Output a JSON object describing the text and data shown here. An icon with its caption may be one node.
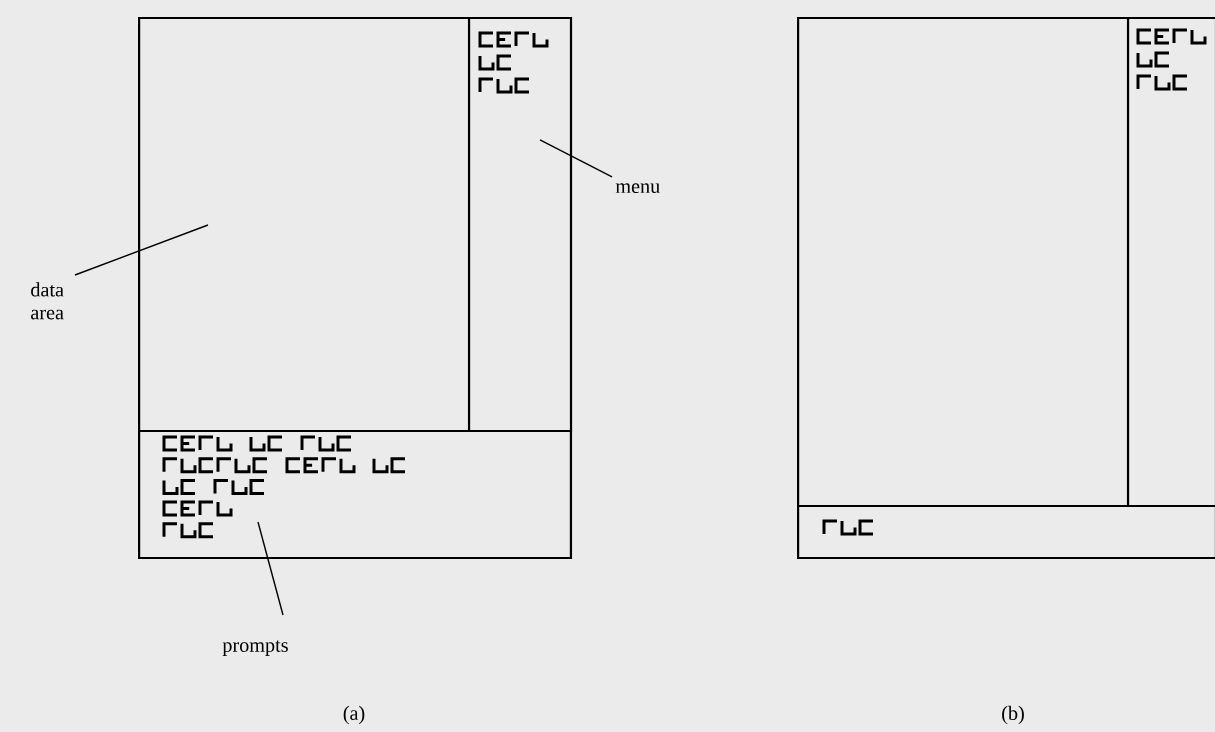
{
  "diagram": {
    "nodes": [
      {
        "text": [],
        "shape": "box"
      },
      {
        "text": [],
        "shape": "box",
        "in": 0
      },
      {
        "text": [],
        "shape": "box",
        "in": 0
      },
      {
        "text": [],
        "shape": "box",
        "in": 0
      },
      {
        "text": [
          "data area"
        ]
      },
      {
        "text": [
          "menu"
        ]
      },
      {
        "text": [
          "prompts"
        ]
      },
      {
        "text": [],
        "shape": "box"
      },
      {
        "text": [],
        "shape": "box",
        "in": 7
      },
      {
        "text": [],
        "shape": "box",
        "in": 7
      },
      {
        "text": [],
        "shape": "box",
        "in": 7
      }
    ],
    "edges": [
      {
        "from": 4,
        "to": 1,
        "arrow": "none"
      },
      {
        "from": 5,
        "to": 2,
        "arrow": "none"
      },
      {
        "from": 6,
        "to": 3,
        "arrow": "none"
      }
    ],
    "labels": [
      "(a)",
      "(b)"
    ]
  }
}
